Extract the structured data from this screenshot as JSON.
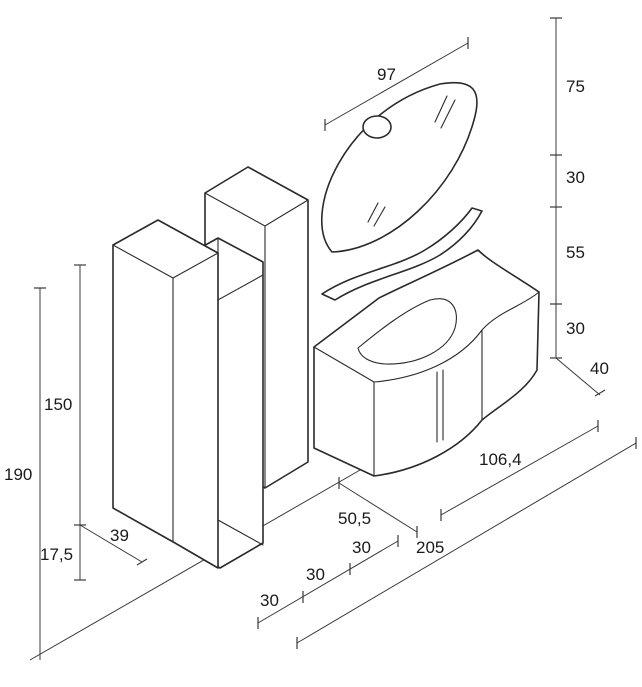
{
  "dimensions": {
    "mirror_width": "97",
    "height_mirror": "75",
    "height_gap_upper": "30",
    "height_shelf": "55",
    "height_gap_lower": "30",
    "cabinet_depth": "40",
    "vanity_width": "106,4",
    "vanity_depth": "50,5",
    "total_width": "205",
    "module_a": "30",
    "module_b": "30",
    "module_c": "30",
    "column_height": "150",
    "total_height": "190",
    "plinth_height": "17,5",
    "column_depth": "39"
  },
  "colors": {
    "line": "#2a2a2a",
    "background": "#ffffff"
  }
}
